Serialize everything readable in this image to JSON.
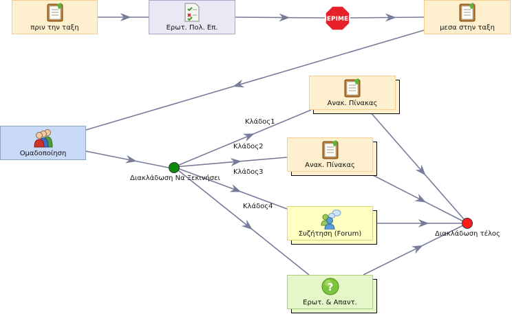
{
  "nodes": {
    "before_class": {
      "label": "πριν την ταξη",
      "icon": "notepad-icon"
    },
    "questionnaire": {
      "label": "Ερωτ. Πολ. Επ.",
      "icon": "checklist-icon"
    },
    "stop": {
      "label": "ΠΕΡΙΜΕΝ",
      "icon": "stop-sign-icon"
    },
    "in_class": {
      "label": "μεσα στην ταξη",
      "icon": "notepad-icon"
    },
    "grouping": {
      "label": "Ομαδοποίηση",
      "icon": "group-people-icon"
    },
    "branch_start": {
      "label": "Διακλάδωση Να Ξεκινήσει"
    },
    "board1": {
      "label": "Ανακ. Πίνακας",
      "icon": "notepad-icon"
    },
    "board2": {
      "label": "Ανακ. Πίνακας",
      "icon": "notepad-icon"
    },
    "forum": {
      "label": "Συζήτηση (Forum)",
      "icon": "forum-people-icon"
    },
    "qa": {
      "label": "Ερωτ. & Απαντ.",
      "icon": "question-icon"
    },
    "branch_end": {
      "label": "Διακλάδωση τέλος"
    }
  },
  "branches": [
    "Κλάδος1",
    "Κλάδος2",
    "Κλάδος3",
    "Κλάδος4"
  ],
  "colors": {
    "edge": "#767c99",
    "start_dot": "#0b8a0b",
    "end_dot": "#ff1a1a",
    "stop_red": "#e8202a"
  }
}
